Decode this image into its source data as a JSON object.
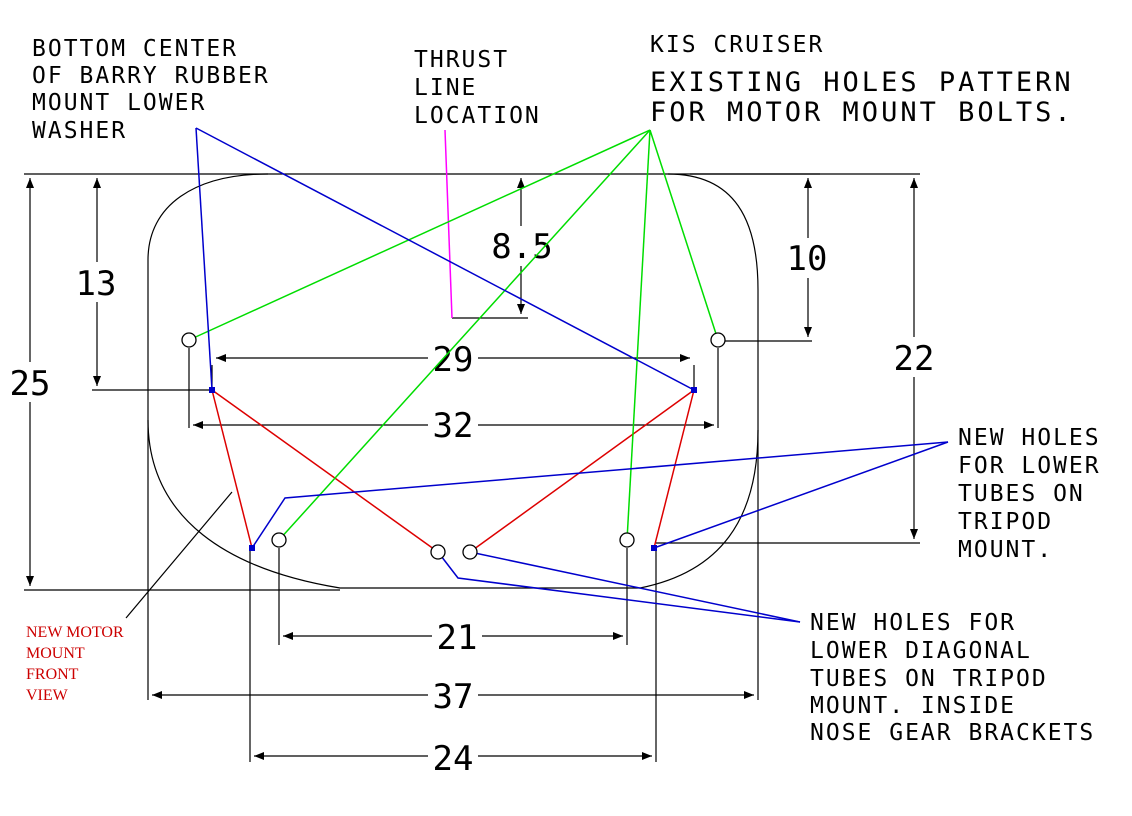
{
  "labels": {
    "barry": [
      "BOTTOM CENTER",
      "OF BARRY RUBBER",
      "MOUNT LOWER",
      "WASHER"
    ],
    "thrust": [
      "THRUST",
      "LINE",
      "LOCATION"
    ],
    "kis_title": "KIS CRUISER",
    "existing": [
      "EXISTING HOLES PATTERN",
      "FOR MOTOR MOUNT BOLTS."
    ],
    "new_lower": [
      "NEW HOLES",
      "FOR LOWER",
      "TUBES ON",
      "TRIPOD",
      "MOUNT."
    ],
    "new_diag": [
      "NEW HOLES FOR",
      "LOWER DIAGONAL",
      "TUBES ON TRIPOD",
      "MOUNT. INSIDE",
      "NOSE GEAR BRACKETS"
    ],
    "front_view": [
      "NEW MOTOR",
      "MOUNT",
      "FRONT",
      "VIEW"
    ]
  },
  "dimensions": {
    "d25": "25",
    "d13": "13",
    "d8_5": "8.5",
    "d10": "10",
    "d22": "22",
    "d29": "29",
    "d32": "32",
    "d21": "21",
    "d37": "37",
    "d24": "24"
  },
  "colors": {
    "outline": "#000000",
    "existing_holes_leader": "#00dd00",
    "barry_leader": "#0000cc",
    "new_holes_leader": "#0000cc",
    "tripod_tubes": "#dd0000",
    "thrust_line": "#ff00ff",
    "front_view_text": "#cc0000"
  }
}
